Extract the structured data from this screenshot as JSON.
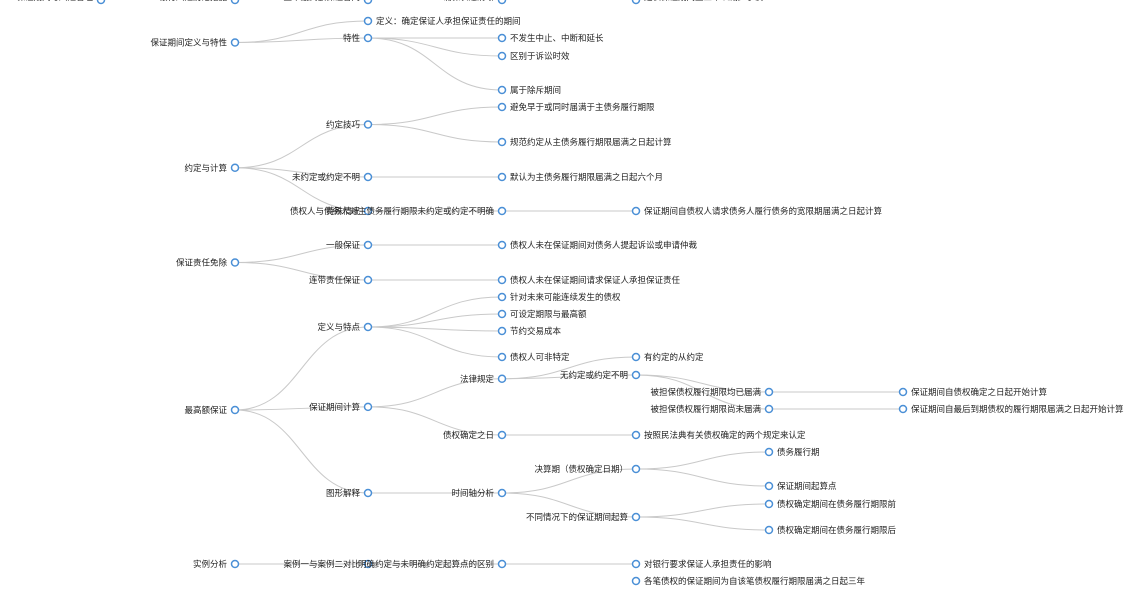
{
  "root": {
    "label": "保证期间与风险管理",
    "children": [
      {
        "label": "保证期间定义与特性",
        "children": [
          {
            "label": "定义：确定保证人承担保证责任的期间"
          },
          {
            "label": "特性",
            "children": [
              {
                "label": "不发生中止、中断和延长"
              },
              {
                "label": "区别于诉讼时效"
              },
              {
                "label": "属于除斥期间"
              }
            ]
          }
        ]
      },
      {
        "label": "约定与计算",
        "children": [
          {
            "label": "约定技巧",
            "children": [
              {
                "label": "避免早于或同时届满于主债务履行期限"
              },
              {
                "label": "规范约定从主债务履行期限届满之日起计算"
              }
            ]
          },
          {
            "label": "未约定或约定不明",
            "children": [
              {
                "label": "默认为主债务履行期限届满之日起六个月"
              }
            ]
          },
          {
            "label": "特殊情况",
            "children": [
              {
                "label": "债权人与债务人对主债务履行期限未约定或约定不明确",
                "children": [
                  {
                    "label": "保证期间自债权人请求债务人履行债务的宽限期届满之日起计算"
                  }
                ]
              }
            ]
          }
        ]
      },
      {
        "label": "保证责任免除",
        "children": [
          {
            "label": "一般保证",
            "children": [
              {
                "label": "债权人未在保证期间对债务人提起诉讼或申请仲裁"
              }
            ]
          },
          {
            "label": "连带责任保证",
            "children": [
              {
                "label": "债权人未在保证期间请求保证人承担保证责任"
              }
            ]
          }
        ]
      },
      {
        "label": "最高额保证",
        "children": [
          {
            "label": "定义与特点",
            "children": [
              {
                "label": "针对未来可能连续发生的债权"
              },
              {
                "label": "可设定期限与最高额"
              },
              {
                "label": "节约交易成本"
              },
              {
                "label": "债权人可非特定"
              }
            ]
          },
          {
            "label": "保证期间计算",
            "children": [
              {
                "label": "法律规定",
                "children": [
                  {
                    "label": "有约定的从约定"
                  },
                  {
                    "label": "无约定或约定不明",
                    "children": [
                      {
                        "label": "被担保债权履行期限均已届满",
                        "children": [
                          {
                            "label": "保证期间自债权确定之日起开始计算"
                          }
                        ]
                      },
                      {
                        "label": "被担保债权履行期限尚未届满",
                        "children": [
                          {
                            "label": "保证期间自最后到期债权的履行期限届满之日起开始计算"
                          }
                        ]
                      }
                    ]
                  }
                ]
              },
              {
                "label": "债权确定之日",
                "children": [
                  {
                    "label": "按照民法典有关债权确定的两个规定来认定"
                  }
                ]
              }
            ]
          },
          {
            "label": "图形解释",
            "children": [
              {
                "label": "时间轴分析",
                "children": [
                  {
                    "label": "决算期（债权确定日期）",
                    "children": [
                      {
                        "label": "债务履行期"
                      },
                      {
                        "label": "保证期间起算点"
                      }
                    ]
                  },
                  {
                    "label": "不同情况下的保证期间起算",
                    "children": [
                      {
                        "label": "债权确定期间在债务履行期限前"
                      },
                      {
                        "label": "债权确定期间在债务履行期限后"
                      }
                    ]
                  }
                ]
              }
            ]
          }
        ]
      },
      {
        "label": "实例分析",
        "children": [
          {
            "label": "案例一与案例二对比",
            "children": [
              {
                "label": "明确约定与未明确约定起算点的区别",
                "children": [
                  {
                    "label": "对银行要求保证人承担责任的影响"
                  }
                ]
              }
            ]
          }
        ]
      },
      {
        "label": "银行风险防范措施",
        "children": [
          {
            "label": "重审最高额保证合同",
            "children": [
              {
                "label": "确保表述清晰",
                "children": [
                  {
                    "label": "各笔债权的保证期间为自该笔债权履行期限届满之日起三年"
                  },
                  {
                    "label": "延长保证期间至三年以减少争议"
                  }
                ]
              }
            ]
          }
        ]
      }
    ]
  }
}
